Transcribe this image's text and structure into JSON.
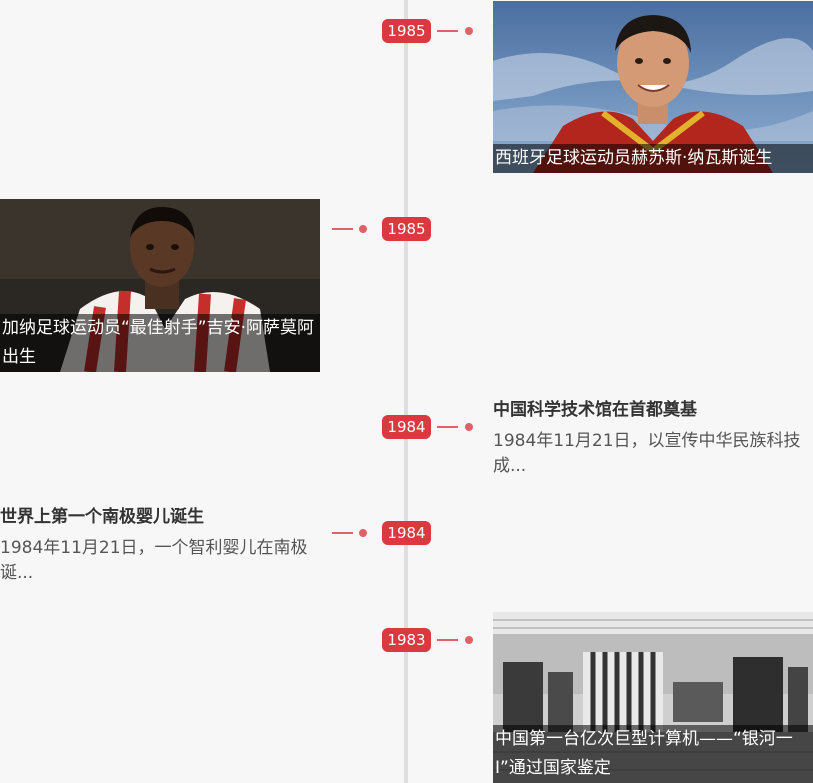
{
  "timeline": {
    "accent_color": "#d9393f",
    "events": [
      {
        "year": "1985",
        "type": "photo",
        "caption": "西班牙足球运动员赫苏斯·纳瓦斯诞生",
        "image_icon": "footballer-portrait-photo"
      },
      {
        "year": "1985",
        "type": "photo",
        "caption": "加纳足球运动员“最佳射手”吉安·阿萨莫阿出生",
        "image_icon": "footballer-portrait-photo"
      },
      {
        "year": "1984",
        "type": "text",
        "title": "中国科学技术馆在首都奠基",
        "desc": "1984年11月21日，以宣传中华民族科技成..."
      },
      {
        "year": "1984",
        "type": "text",
        "title": "世界上第一个南极婴儿诞生",
        "desc": "1984年11月21日，一个智利婴儿在南极诞..."
      },
      {
        "year": "1983",
        "type": "photo",
        "caption": "中国第一台亿次巨型计算机——“银河一I”通过国家鉴定",
        "image_icon": "supercomputer-room-photo"
      }
    ]
  }
}
